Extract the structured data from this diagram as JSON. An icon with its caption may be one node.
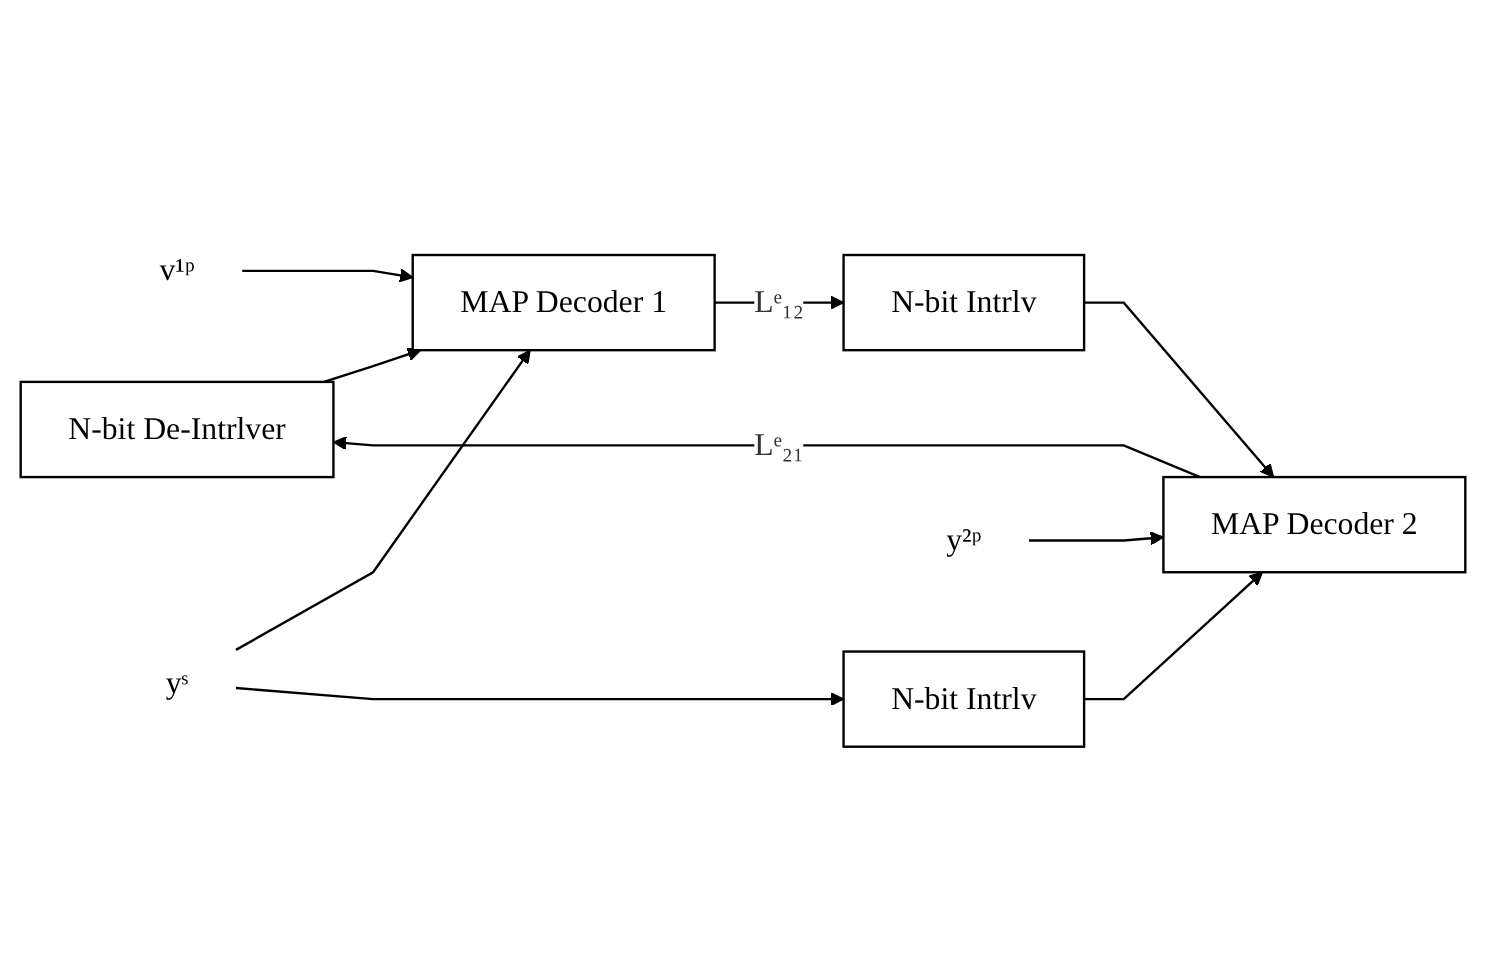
{
  "diagram": {
    "nodes": [
      {
        "text": [
          "N-bit De-Intrlver"
        ]
      },
      {
        "text": [
          "MAP Decoder 1"
        ]
      },
      {
        "text": [
          "N-bit Intrlv"
        ]
      },
      {
        "text": [
          "MAP Decoder 2"
        ]
      },
      {
        "text": [
          "N-bit Intrlv"
        ]
      },
      {
        "text": [
          "v¹ᵖ"
        ]
      },
      {
        "text": [
          "yˢ"
        ]
      },
      {
        "text": [
          "y²ᵖ"
        ]
      }
    ],
    "edges": [
      {
        "from": 0,
        "to": 1,
        "arrow": "to"
      },
      {
        "from": 5,
        "to": 1,
        "arrow": "to"
      },
      {
        "from": 6,
        "to": 1,
        "arrow": "to"
      },
      {
        "from": 6,
        "to": 4,
        "arrow": "to"
      },
      {
        "from": 1,
        "to": 2,
        "arrow": "to",
        "label": "Lᵉ₁₂"
      },
      {
        "from": 2,
        "to": 3,
        "arrow": "to"
      },
      {
        "from": 4,
        "to": 3,
        "arrow": "to"
      },
      {
        "from": 7,
        "to": 3,
        "arrow": "to"
      },
      {
        "from": 3,
        "to": 0,
        "arrow": "to",
        "label": "Lᵉ₂₁"
      }
    ]
  }
}
